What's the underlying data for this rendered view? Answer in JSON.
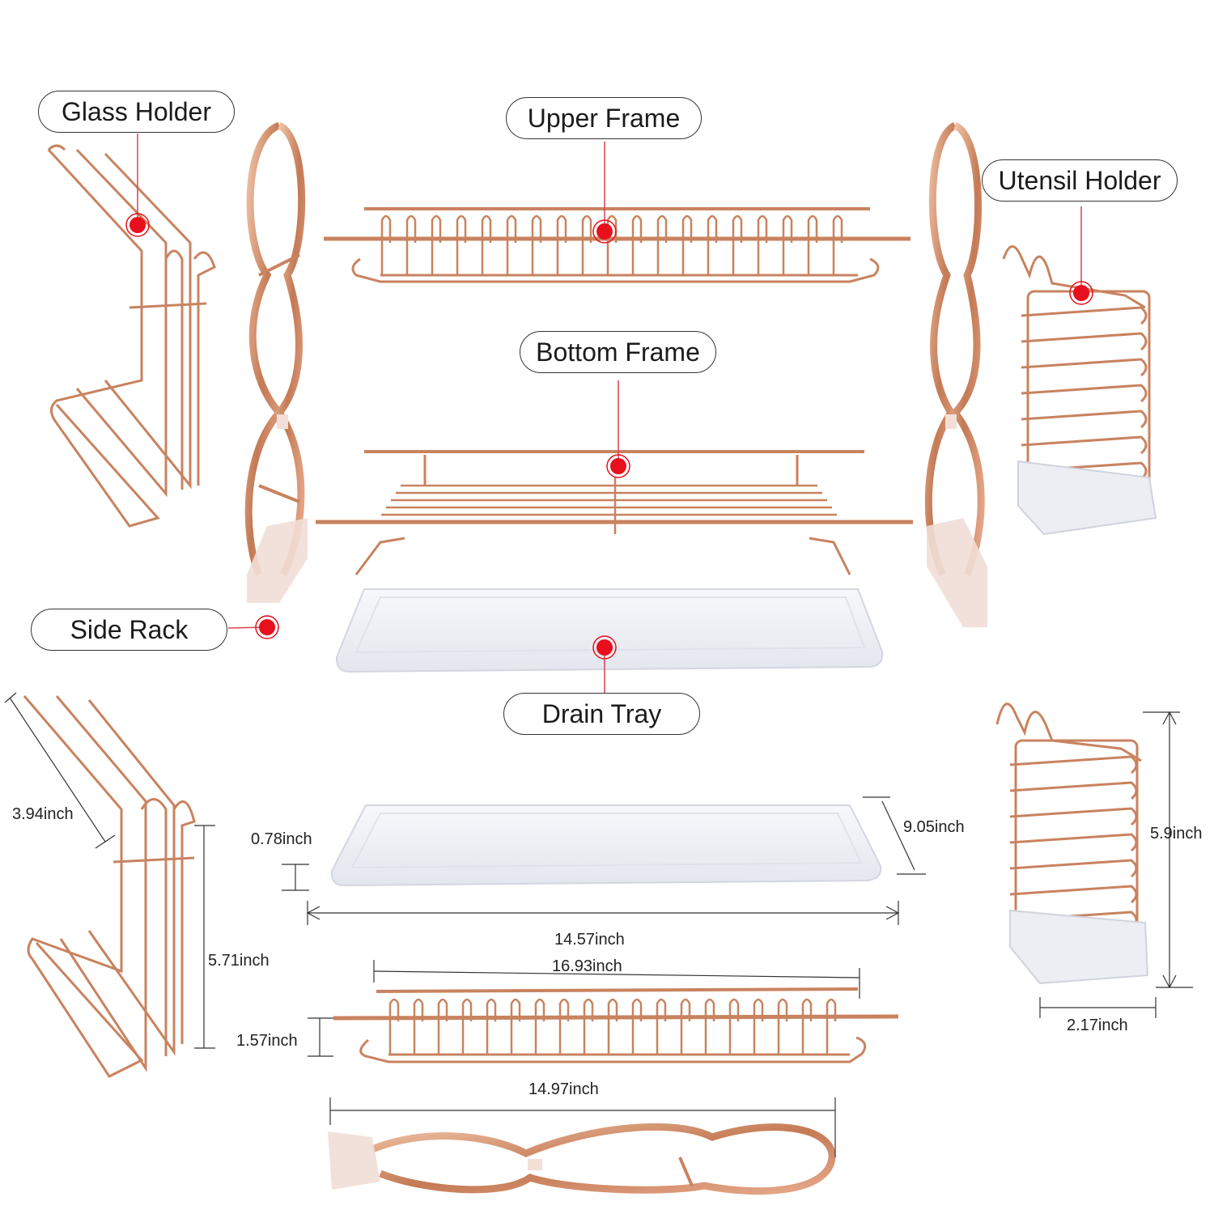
{
  "labels": {
    "glass_holder": "Glass Holder",
    "upper_frame": "Upper Frame",
    "utensil_holder": "Utensil Holder",
    "bottom_frame": "Bottom Frame",
    "side_rack": "Side Rack",
    "drain_tray": "Drain Tray"
  },
  "dimensions": {
    "glass_holder_depth": "3.94inch",
    "glass_holder_height": "5.71inch",
    "tray_height": "0.78inch",
    "tray_depth": "9.05inch",
    "tray_length": "14.57inch",
    "frame_length": "16.93inch",
    "frame_height": "1.57inch",
    "side_rack_length": "14.97inch",
    "utensil_height": "5.9inch",
    "utensil_width": "2.17inch"
  },
  "colors": {
    "rose_gold": "#c8835f",
    "rose_gold_light": "#e8b394",
    "marker": "#e8101c",
    "tray": "#f1f2f6"
  }
}
